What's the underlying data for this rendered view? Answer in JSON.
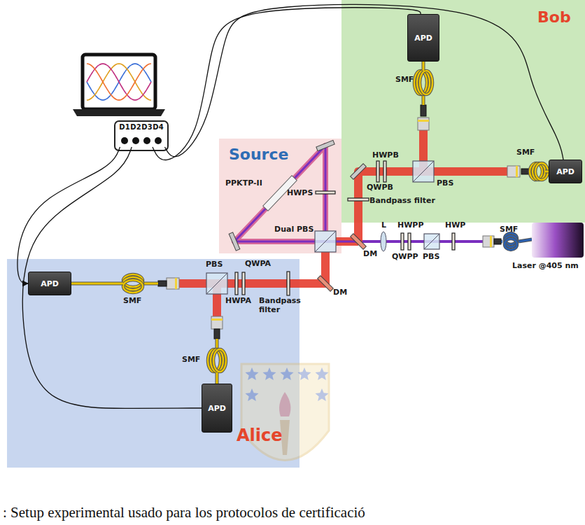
{
  "diagram": {
    "caption": ": Setup experimental usado para los protocolos de certificació",
    "nodes": [
      {
        "text": [
          "D1"
        ]
      },
      {
        "text": [
          "D2"
        ]
      },
      {
        "text": [
          "D3"
        ]
      },
      {
        "text": [
          "D4"
        ]
      },
      {
        "text": [
          "Bob"
        ]
      },
      {
        "text": [
          "APD"
        ],
        "in": 4
      },
      {
        "text": [
          "APD"
        ],
        "in": 4
      },
      {
        "text": [
          "Source"
        ]
      },
      {
        "text": [
          "Alice"
        ]
      },
      {
        "text": [
          "APD"
        ],
        "in": 8
      },
      {
        "text": [
          "APD"
        ],
        "in": 8
      }
    ],
    "edges": [
      {
        "from": 0,
        "to": 9,
        "arrow": "to"
      },
      {
        "from": 1,
        "to": 10,
        "arrow": "none"
      },
      {
        "from": 2,
        "to": 5,
        "arrow": "none"
      },
      {
        "from": 3,
        "to": 6,
        "arrow": "none"
      }
    ],
    "labels": [
      "SMF",
      "HWPB",
      "QWPB",
      "PBS",
      "SMF",
      "Bandpass filter",
      "PPKTP-II",
      "HWPS",
      "Dual PBS",
      "DM",
      "L",
      "HWPP",
      "QWPP",
      "PBS",
      "HWP",
      "SMF",
      "Laser @405 nm",
      "DM",
      "QWPA",
      "PBS",
      "HWPA",
      "Bandpass filter",
      "SMF",
      "SMF"
    ]
  }
}
